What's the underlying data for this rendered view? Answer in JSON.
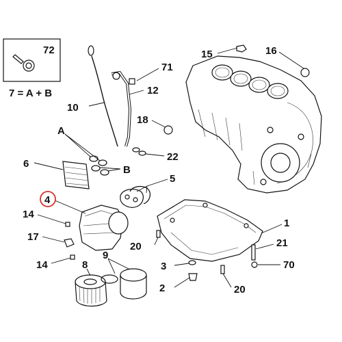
{
  "diagram": {
    "inset_equation": "7 = A + B",
    "highlight_color": "#d9302b",
    "labels": {
      "l72": "72",
      "l71": "71",
      "l15": "15",
      "l16": "16",
      "l10": "10",
      "l12": "12",
      "l18": "18",
      "l22": "22",
      "lA": "A",
      "lB": "B",
      "l6": "6",
      "l5": "5",
      "l4": "4",
      "l14a": "14",
      "l17": "17",
      "l14b": "14",
      "l20a": "20",
      "l1": "1",
      "l21": "21",
      "l8": "8",
      "l9": "9",
      "l3": "3",
      "l70": "70",
      "l2": "2",
      "l20b": "20"
    }
  }
}
